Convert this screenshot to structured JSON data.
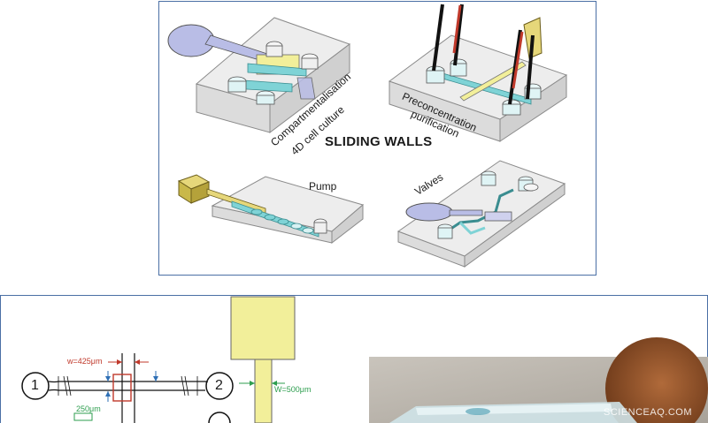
{
  "top_panel": {
    "title": "SLIDING WALLS",
    "labels": {
      "compartmentalisation_line1": "Compartmentalisation",
      "compartmentalisation_line2": "4D cell culture",
      "preconcentration_line1": "Preconcentration",
      "preconcentration_line2": "purification",
      "pump": "Pump",
      "valves": "Valves"
    }
  },
  "bottom_panel": {
    "dimensions": {
      "w1": "w=425μm",
      "w2": "W=500μm",
      "d1": "250μm"
    },
    "ports": [
      "1",
      "2"
    ]
  },
  "watermark": "SCIENCEAQ.COM",
  "colors": {
    "frame": "#4a6fa5",
    "yellow": "#f2ef9a",
    "cyan": "#7fd3d6",
    "red": "#c0392b",
    "green": "#2e9e4f",
    "blue": "#2e6fb5",
    "lavender": "#b9bde6"
  }
}
